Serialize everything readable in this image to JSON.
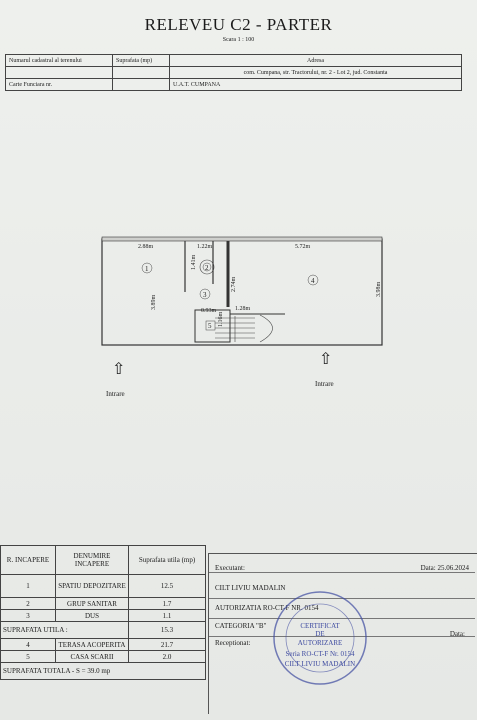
{
  "header": {
    "title": "RELEVEU C2 - PARTER",
    "scale": "Scara 1 : 100"
  },
  "parcel": {
    "col_cadastral": "Numarul cadastral al terenului",
    "col_surface": "Suprafata (mp)",
    "col_address": "Adresa",
    "address_value": "com. Cumpana, str. Tractorului, nr. 2 - Lot 2, jud. Constanta",
    "land_book_label": "Carte Funciara nr.",
    "uat": "U.A.T. CUMPANA"
  },
  "plan": {
    "dims": {
      "w1": "2.88m",
      "w2": "1.22m",
      "w3": "5.72m",
      "w4": "0.93m",
      "w5": "1.28m",
      "h1": "3.89m",
      "h2": "1.41m",
      "h3": "2.74m",
      "h4": "1.16m",
      "h5": "3.98m"
    },
    "room_numbers": [
      "1",
      "2",
      "3",
      "4",
      "5"
    ],
    "entrance_label": "Intrare"
  },
  "rooms": {
    "headers": [
      "R. INCAPERE",
      "DENUMIRE INCAPERE",
      "Suprafata utila (mp)"
    ],
    "rows": [
      {
        "nr": "1",
        "name": "SPATIU DEPOZITARE",
        "surface": "12.5"
      },
      {
        "nr": "2",
        "name": "GRUP SANITAR",
        "surface": "1.7"
      },
      {
        "nr": "3",
        "name": "DUS",
        "surface": "1.1"
      },
      {
        "nr": "4",
        "name": "TERASA ACOPERITA",
        "surface": "21.7"
      },
      {
        "nr": "5",
        "name": "CASA SCARII",
        "surface": "2.0"
      }
    ],
    "useful_label": "SUPRAFATA UTILA :",
    "useful_value": "15.3",
    "total_label": "SUPRAFATA TOTALA - S = 39.0 mp"
  },
  "executant": {
    "label": "Executant:",
    "date": "Data: 25.06.2024",
    "name": "CILT LIVIU MADALIN",
    "authorization": "AUTORIZATIA RO-CT-F NR. 0154",
    "category": "CATEGORIA \"B\"",
    "receptionist": "Receptionat:",
    "date_label": "Data:"
  },
  "stamp": {
    "line1": "CERTIFICAT",
    "line2": "DE",
    "line3": "AUTORIZARE",
    "line4": "Seria RO-CT-F Nr. 0154",
    "line5": "CILT LIVIU MADALIN"
  }
}
